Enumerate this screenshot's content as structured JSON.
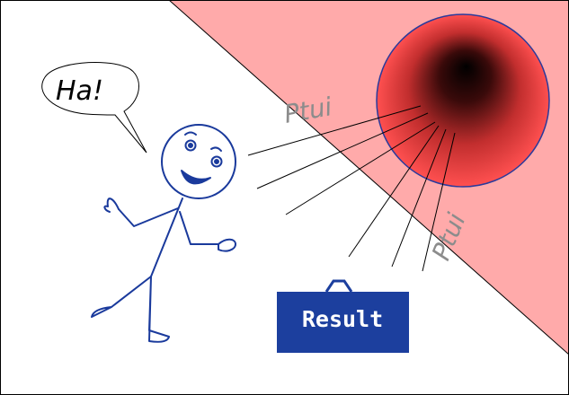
{
  "speech_bubble": {
    "text": "Ha!"
  },
  "labels": {
    "ptui_left": "Ptui",
    "ptui_right": "Ptui"
  },
  "briefcase": {
    "label": "Result"
  },
  "colors": {
    "background": "#ffffff",
    "pink_region": "#ffaaaa",
    "figure_stroke": "#1a3a9c",
    "briefcase_fill": "#1c3f9e",
    "sphere_outer": "#ff4a4a",
    "sphere_core": "#000000",
    "ptui_text": "#8c8c8c"
  },
  "icons": {
    "figure": "stick-figure-icon",
    "sphere": "gradient-sphere-icon",
    "briefcase": "briefcase-icon"
  }
}
